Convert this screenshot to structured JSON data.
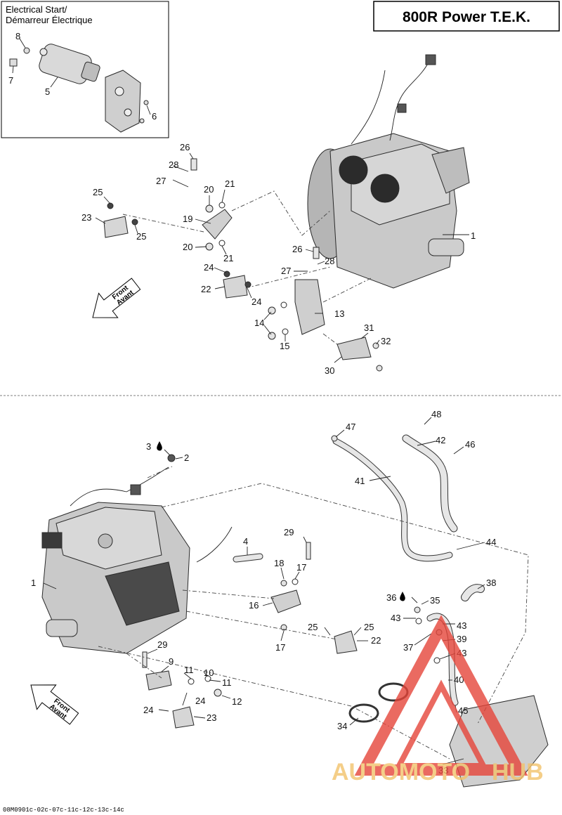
{
  "title": "800R Power T.E.K.",
  "inset": {
    "label_line1": "Electrical Start/",
    "label_line2": "Démarreur Électrique",
    "callouts": [
      "8",
      "7",
      "5",
      "6"
    ]
  },
  "front_marker": {
    "line1": "Front",
    "line2": "Avant"
  },
  "upper_callouts": [
    "26",
    "28",
    "27",
    "25",
    "20",
    "21",
    "23",
    "19",
    "25",
    "20",
    "21",
    "1",
    "26",
    "27",
    "28",
    "24",
    "22",
    "24",
    "14",
    "13",
    "15",
    "31",
    "32",
    "30"
  ],
  "lower_callouts": [
    "47",
    "48",
    "42",
    "46",
    "3",
    "2",
    "41",
    "29",
    "4",
    "44",
    "18",
    "17",
    "1",
    "16",
    "36",
    "35",
    "38",
    "43",
    "43",
    "25",
    "25",
    "22",
    "17",
    "37",
    "39",
    "43",
    "40",
    "29",
    "9",
    "11",
    "10",
    "11",
    "24",
    "12",
    "24",
    "23",
    "45",
    "34",
    "33"
  ],
  "footer_code": "08M0901c-02c-07c-11c-12c-13c-14c",
  "watermark": {
    "text_left": "AUTOMOTO",
    "text_right": "HUB",
    "color": "#e6453a"
  }
}
